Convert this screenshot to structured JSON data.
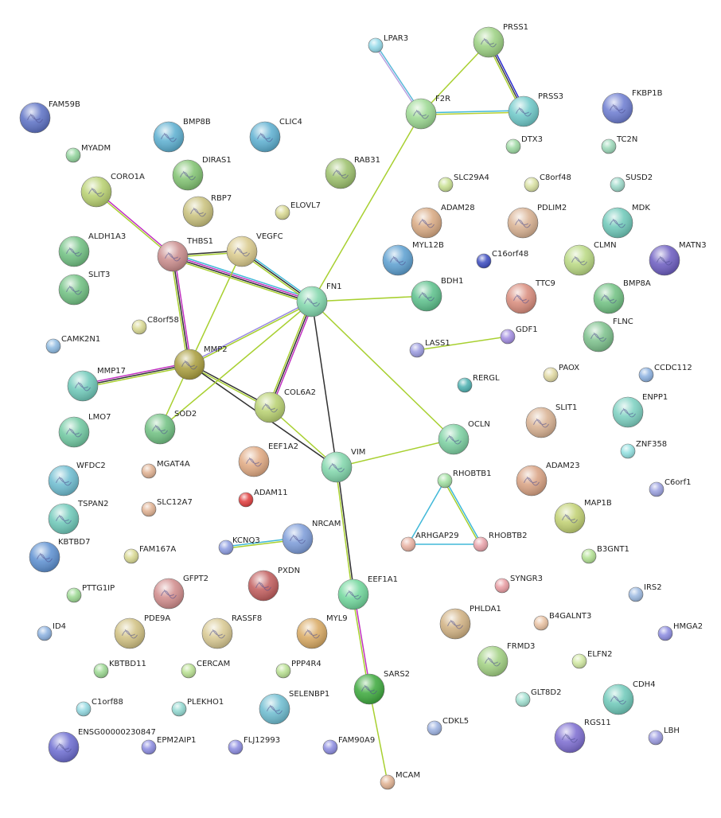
{
  "nodes": [
    {
      "id": "FAM59B",
      "color": "#5a6fc4"
    },
    {
      "id": "MYADM",
      "color": "#8fd39a"
    },
    {
      "id": "BMP8B",
      "color": "#5aaed0"
    },
    {
      "id": "CLIC4",
      "color": "#5aaed0"
    },
    {
      "id": "DIRAS1",
      "color": "#7fc26f"
    },
    {
      "id": "RAB31",
      "color": "#9bc06a"
    },
    {
      "id": "CORO1A",
      "color": "#b7d06e"
    },
    {
      "id": "RBP7",
      "color": "#c8c07a"
    },
    {
      "id": "ELOVL7",
      "color": "#d8d890"
    },
    {
      "id": "ALDH1A3",
      "color": "#6ec080"
    },
    {
      "id": "THBS1",
      "color": "#c98a8a"
    },
    {
      "id": "VEGFC",
      "color": "#d9c98a"
    },
    {
      "id": "SLIT3",
      "color": "#6ec080"
    },
    {
      "id": "FN1",
      "color": "#7fd6aa"
    },
    {
      "id": "C8orf58",
      "color": "#d8d890"
    },
    {
      "id": "CAMK2N1",
      "color": "#8ab8e0"
    },
    {
      "id": "MMP2",
      "color": "#a89c3a"
    },
    {
      "id": "MMP17",
      "color": "#6cc8b8"
    },
    {
      "id": "COL6A2",
      "color": "#b7d06e"
    },
    {
      "id": "SOD2",
      "color": "#6ec080"
    },
    {
      "id": "LMO7",
      "color": "#6ec8a0"
    },
    {
      "id": "WFDC2",
      "color": "#6cbcd0"
    },
    {
      "id": "MGAT4A",
      "color": "#e0b090"
    },
    {
      "id": "EEF1A2",
      "color": "#e0a880"
    },
    {
      "id": "TSPAN2",
      "color": "#6cc8b8"
    },
    {
      "id": "ADAM11",
      "color": "#e03a3a"
    },
    {
      "id": "SLC12A7",
      "color": "#e0b090"
    },
    {
      "id": "VIM",
      "color": "#7fd6aa"
    },
    {
      "id": "KBTBD7",
      "color": "#5a8ed0"
    },
    {
      "id": "NRCAM",
      "color": "#7a9ad8"
    },
    {
      "id": "KCNQ3",
      "color": "#8a9ae0"
    },
    {
      "id": "FAM167A",
      "color": "#d8d890"
    },
    {
      "id": "PTTG1IP",
      "color": "#9ad890"
    },
    {
      "id": "GFPT2",
      "color": "#d08a8a"
    },
    {
      "id": "PXDN",
      "color": "#c05a5a"
    },
    {
      "id": "EEF1A1",
      "color": "#6ed69a"
    },
    {
      "id": "ID4",
      "color": "#8ab0e0"
    },
    {
      "id": "PDE9A",
      "color": "#d0c080"
    },
    {
      "id": "RASSF8",
      "color": "#d8c890"
    },
    {
      "id": "MYL9",
      "color": "#d8a860"
    },
    {
      "id": "KBTBD11",
      "color": "#9ad890"
    },
    {
      "id": "CERCAM",
      "color": "#b8e090"
    },
    {
      "id": "PPP4R4",
      "color": "#b8e090"
    },
    {
      "id": "SARS2",
      "color": "#3aa83a"
    },
    {
      "id": "C1orf88",
      "color": "#90d8e0"
    },
    {
      "id": "PLEKHO1",
      "color": "#90d8d0"
    },
    {
      "id": "SELENBP1",
      "color": "#6cbcd0"
    },
    {
      "id": "ENSG00000230847",
      "color": "#6a6ad0"
    },
    {
      "id": "EPM2AIP1",
      "color": "#8a8ae0"
    },
    {
      "id": "FLJ12993",
      "color": "#8a8ae0"
    },
    {
      "id": "FAM90A9",
      "color": "#8a8ae0"
    },
    {
      "id": "MCAM",
      "color": "#e0b090"
    },
    {
      "id": "LPAR3",
      "color": "#90d8e8"
    },
    {
      "id": "PRSS1",
      "color": "#9ad080"
    },
    {
      "id": "F2R",
      "color": "#9ad890"
    },
    {
      "id": "PRSS3",
      "color": "#6cc8c8"
    },
    {
      "id": "DTX3",
      "color": "#9ad8a0"
    },
    {
      "id": "FKBP1B",
      "color": "#6a7ad0"
    },
    {
      "id": "TC2N",
      "color": "#9ad8b8"
    },
    {
      "id": "SLC29A4",
      "color": "#c8e090"
    },
    {
      "id": "C8orf48",
      "color": "#d8e0a0"
    },
    {
      "id": "SUSD2",
      "color": "#9ad8c8"
    },
    {
      "id": "ADAM28",
      "color": "#d8a880"
    },
    {
      "id": "PDLIM2",
      "color": "#d8b090"
    },
    {
      "id": "MDK",
      "color": "#6cc8b8"
    },
    {
      "id": "MYL12B",
      "color": "#5a9ed0"
    },
    {
      "id": "C16orf48",
      "color": "#3a4ac0"
    },
    {
      "id": "CLMN",
      "color": "#b8d880"
    },
    {
      "id": "MATN3",
      "color": "#6a5ac0"
    },
    {
      "id": "BDH1",
      "color": "#5ac08a"
    },
    {
      "id": "TTC9",
      "color": "#d88a7a"
    },
    {
      "id": "BMP8A",
      "color": "#6ec080"
    },
    {
      "id": "LASS1",
      "color": "#9a9ae0"
    },
    {
      "id": "GDF1",
      "color": "#a08ae0"
    },
    {
      "id": "FLNC",
      "color": "#7ac08a"
    },
    {
      "id": "RERGL",
      "color": "#4ab0b0"
    },
    {
      "id": "PAOX",
      "color": "#e0d8a0"
    },
    {
      "id": "CCDC112",
      "color": "#8ab0e0"
    },
    {
      "id": "ENPP1",
      "color": "#7ad0c0"
    },
    {
      "id": "OCLN",
      "color": "#7ad0a0"
    },
    {
      "id": "SLIT1",
      "color": "#d8b090"
    },
    {
      "id": "ZNF358",
      "color": "#90e0e0"
    },
    {
      "id": "RHOBTB1",
      "color": "#a0e0a0"
    },
    {
      "id": "ADAM23",
      "color": "#d8a080"
    },
    {
      "id": "C6orf1",
      "color": "#9aa0e0"
    },
    {
      "id": "ARHGAP29",
      "color": "#e8b0a0"
    },
    {
      "id": "RHOBTB2",
      "color": "#e8a0a8"
    },
    {
      "id": "MAP1B",
      "color": "#c0d070"
    },
    {
      "id": "B3GNT1",
      "color": "#b0e090"
    },
    {
      "id": "SYNGR3",
      "color": "#e89aa0"
    },
    {
      "id": "IRS2",
      "color": "#9ab8e0"
    },
    {
      "id": "PHLDA1",
      "color": "#d0b080"
    },
    {
      "id": "B4GALNT3",
      "color": "#e8c0a0"
    },
    {
      "id": "HMGA2",
      "color": "#8a8ae0"
    },
    {
      "id": "FRMD3",
      "color": "#a0d080"
    },
    {
      "id": "ELFN2",
      "color": "#d0e8a0"
    },
    {
      "id": "GLT8D2",
      "color": "#a0e0d0"
    },
    {
      "id": "CDH4",
      "color": "#6cc8b8"
    },
    {
      "id": "CDKL5",
      "color": "#9ab0e0"
    },
    {
      "id": "RGS11",
      "color": "#7a6ad0"
    },
    {
      "id": "LBH",
      "color": "#9a9ae0"
    }
  ],
  "edges": [
    {
      "a": "LPAR3",
      "b": "F2R",
      "colors": [
        "#5ab8d8",
        "#b8a0e0"
      ]
    },
    {
      "a": "F2R",
      "b": "PRSS1",
      "colors": [
        "#a8d030"
      ]
    },
    {
      "a": "F2R",
      "b": "PRSS3",
      "colors": [
        "#40b8d8",
        "#b8d030"
      ]
    },
    {
      "a": "PRSS1",
      "b": "PRSS3",
      "colors": [
        "#2a2ad0",
        "#404040",
        "#a8d030"
      ]
    },
    {
      "a": "F2R",
      "b": "FN1",
      "colors": [
        "#a8d030"
      ]
    },
    {
      "a": "CORO1A",
      "b": "THBS1",
      "colors": [
        "#c030c0",
        "#a8d030"
      ]
    },
    {
      "a": "THBS1",
      "b": "VEGFC",
      "colors": [
        "#303030",
        "#a8d030"
      ]
    },
    {
      "a": "THBS1",
      "b": "FN1",
      "colors": [
        "#40b8d8",
        "#c030c0",
        "#303030",
        "#a8d030"
      ]
    },
    {
      "a": "VEGFC",
      "b": "FN1",
      "colors": [
        "#40b8d8",
        "#303030",
        "#a8d030"
      ]
    },
    {
      "a": "THBS1",
      "b": "MMP2",
      "colors": [
        "#c030c0",
        "#303030",
        "#a8d030"
      ]
    },
    {
      "a": "VEGFC",
      "b": "MMP2",
      "colors": [
        "#a8d030"
      ]
    },
    {
      "a": "MMP17",
      "b": "MMP2",
      "colors": [
        "#c030c0",
        "#303030",
        "#a8d030"
      ]
    },
    {
      "a": "MMP2",
      "b": "FN1",
      "colors": [
        "#9a8ae0",
        "#a8d030"
      ]
    },
    {
      "a": "MMP2",
      "b": "SOD2",
      "colors": [
        "#a8d030"
      ]
    },
    {
      "a": "MMP2",
      "b": "COL6A2",
      "colors": [
        "#303030",
        "#a8d030"
      ]
    },
    {
      "a": "MMP2",
      "b": "VIM",
      "colors": [
        "#303030"
      ]
    },
    {
      "a": "FN1",
      "b": "COL6A2",
      "colors": [
        "#c030c0",
        "#303030",
        "#a8d030"
      ]
    },
    {
      "a": "FN1",
      "b": "VIM",
      "colors": [
        "#303030"
      ]
    },
    {
      "a": "FN1",
      "b": "SOD2",
      "colors": [
        "#a8d030"
      ]
    },
    {
      "a": "FN1",
      "b": "BDH1",
      "colors": [
        "#a8d030"
      ]
    },
    {
      "a": "FN1",
      "b": "OCLN",
      "colors": [
        "#a8d030"
      ]
    },
    {
      "a": "COL6A2",
      "b": "VIM",
      "colors": [
        "#a8d030"
      ]
    },
    {
      "a": "VIM",
      "b": "OCLN",
      "colors": [
        "#a8d030"
      ]
    },
    {
      "a": "VIM",
      "b": "EEF1A1",
      "colors": [
        "#303030",
        "#a8d030"
      ]
    },
    {
      "a": "EEF1A1",
      "b": "SARS2",
      "colors": [
        "#c030c0",
        "#a8d030"
      ]
    },
    {
      "a": "SARS2",
      "b": "MCAM",
      "colors": [
        "#a8d030"
      ]
    },
    {
      "a": "KCNQ3",
      "b": "NRCAM",
      "colors": [
        "#40b8d8",
        "#a8d030"
      ]
    },
    {
      "a": "LASS1",
      "b": "GDF1",
      "colors": [
        "#a8d030"
      ]
    },
    {
      "a": "RHOBTB1",
      "b": "ARHGAP29",
      "colors": [
        "#40b8d8"
      ]
    },
    {
      "a": "RHOBTB1",
      "b": "RHOBTB2",
      "colors": [
        "#40b8d8",
        "#a8d030"
      ]
    },
    {
      "a": "ARHGAP29",
      "b": "RHOBTB2",
      "colors": [
        "#40b8d8"
      ]
    }
  ]
}
